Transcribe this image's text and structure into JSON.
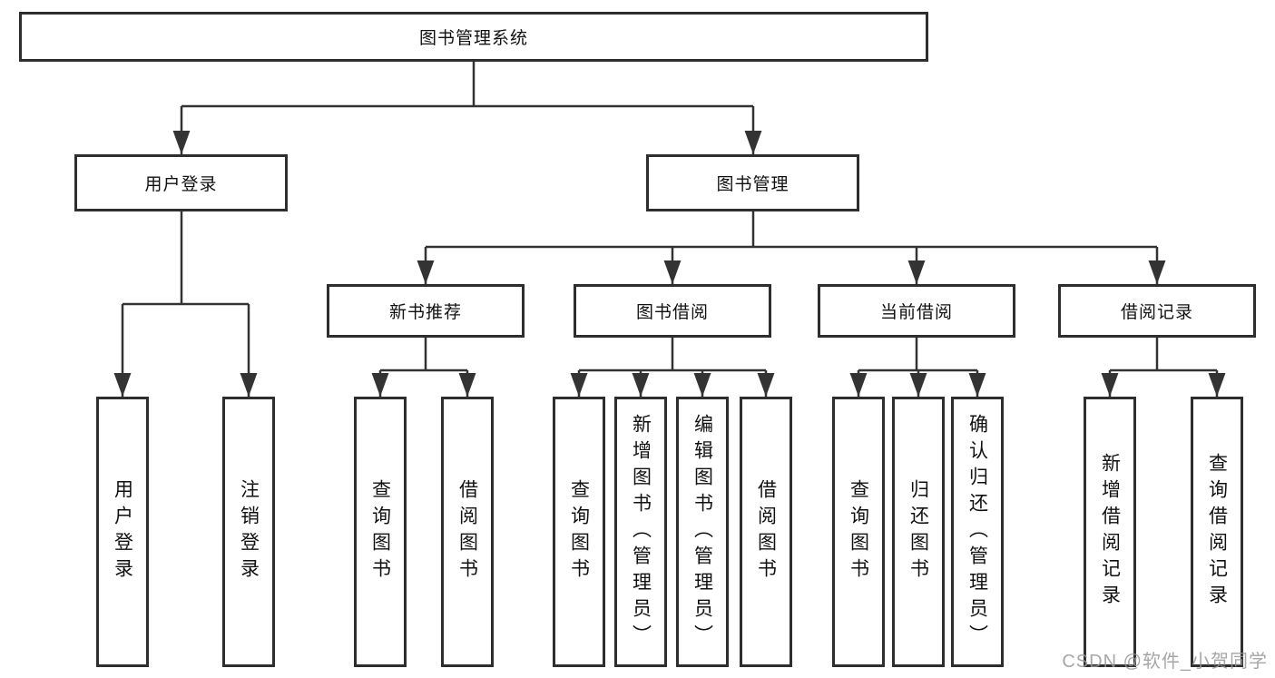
{
  "diagram": {
    "root": {
      "label": "图书管理系统"
    },
    "branches": [
      {
        "label": "用户登录",
        "children": [
          "用户登录",
          "注销登录"
        ]
      },
      {
        "label": "图书管理",
        "children": [
          {
            "label": "新书推荐",
            "children": [
              "查询图书",
              "借阅图书"
            ]
          },
          {
            "label": "图书借阅",
            "children": [
              "查询图书",
              "新增图书（管理员）",
              "编辑图书（管理员）",
              "借阅图书"
            ]
          },
          {
            "label": "当前借阅",
            "children": [
              "查询图书",
              "归还图书",
              "确认归还（管理员）"
            ]
          },
          {
            "label": "借阅记录",
            "children": [
              "新增借阅记录",
              "查询借阅记录"
            ]
          }
        ]
      }
    ],
    "colors": {
      "line": "#333333",
      "box_border": "#2e2e2e",
      "box_fill": "#ffffff",
      "text": "#111111",
      "watermark": "#969696"
    },
    "watermark": "CSDN @软件_小贺同学"
  }
}
